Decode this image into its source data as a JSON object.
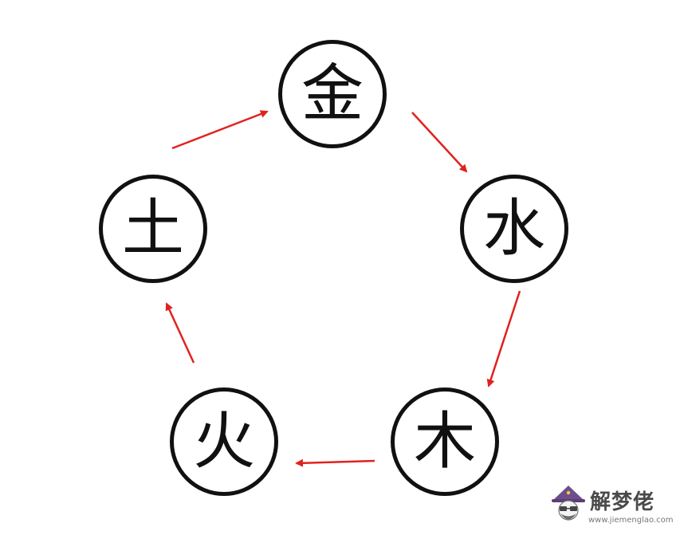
{
  "diagram": {
    "arrow_color": "#e0221e",
    "stroke_color": "#111111",
    "nodes": [
      {
        "id": "metal",
        "label": "金"
      },
      {
        "id": "water",
        "label": "水"
      },
      {
        "id": "wood",
        "label": "木"
      },
      {
        "id": "fire",
        "label": "火"
      },
      {
        "id": "earth",
        "label": "土"
      }
    ],
    "edges": [
      {
        "from": "metal",
        "to": "water"
      },
      {
        "from": "water",
        "to": "wood"
      },
      {
        "from": "wood",
        "to": "fire"
      },
      {
        "from": "fire",
        "to": "earth"
      },
      {
        "from": "earth",
        "to": "metal"
      }
    ]
  },
  "watermark": {
    "title": "解梦佬",
    "url": "www.jiemenglao.com"
  }
}
